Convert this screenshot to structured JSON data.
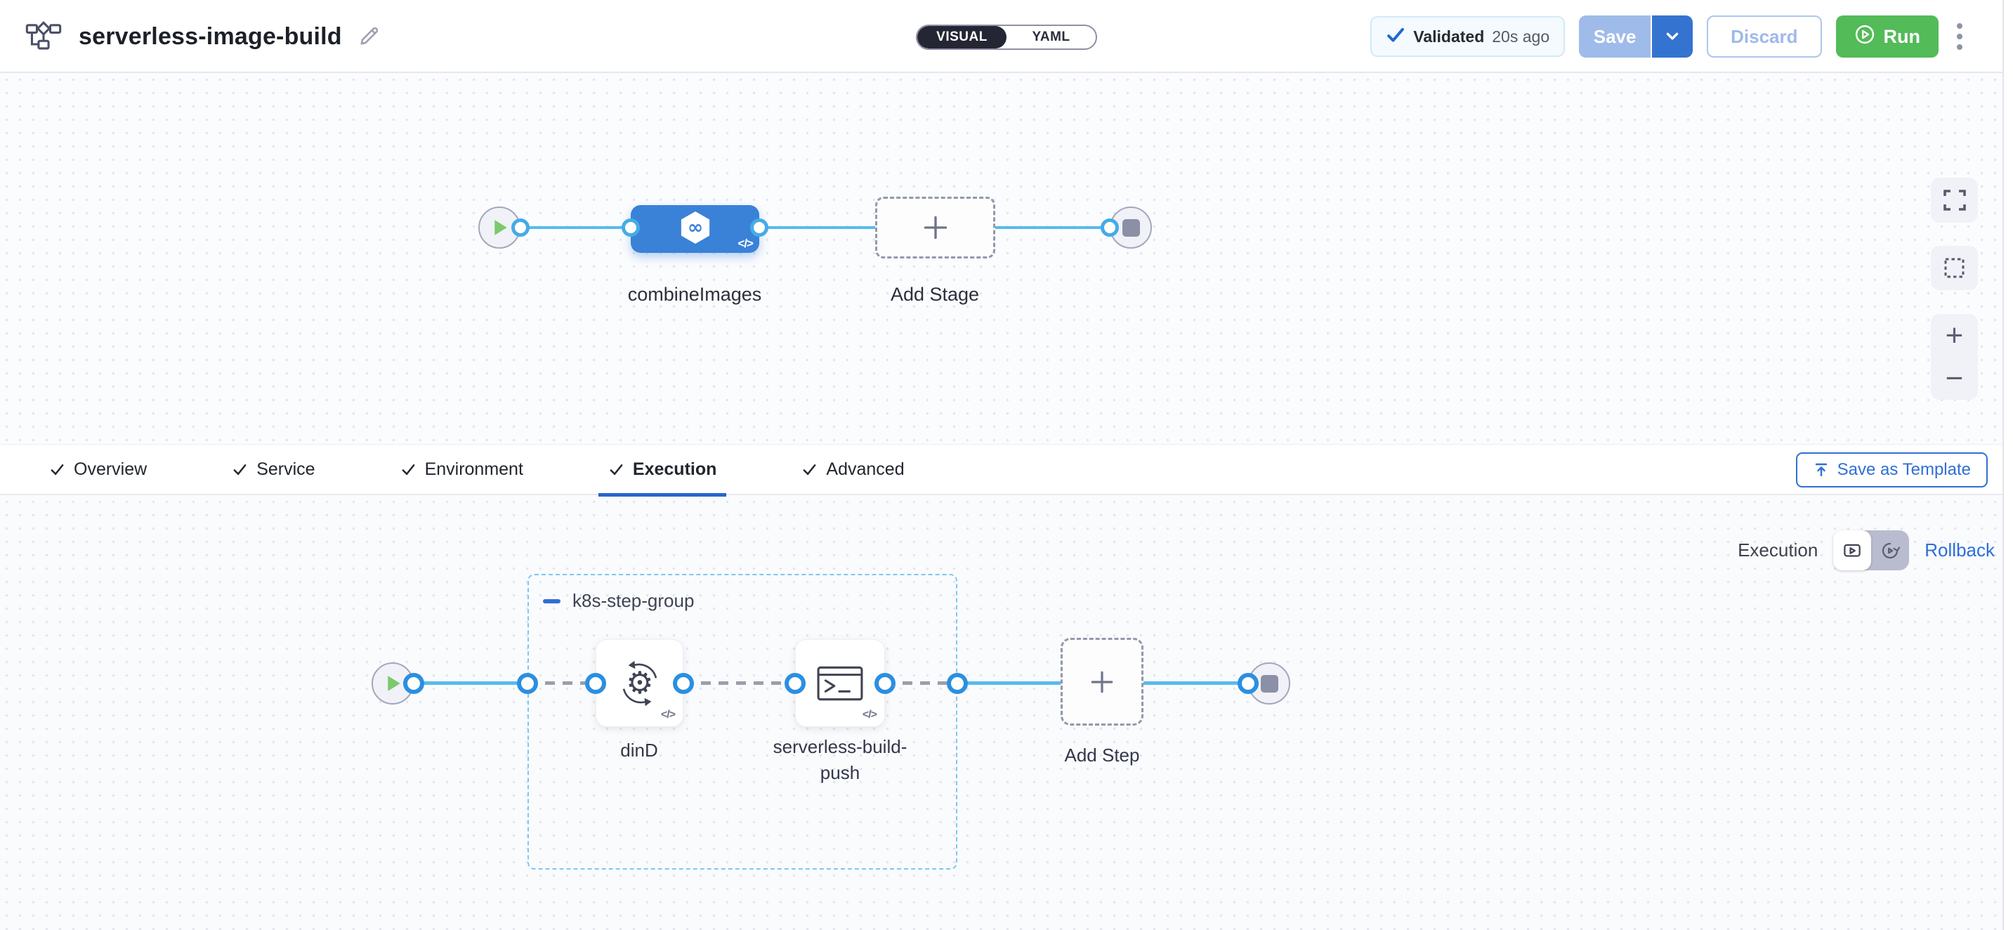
{
  "header": {
    "title": "serverless-image-build",
    "mode_toggle": {
      "options": [
        "VISUAL",
        "YAML"
      ],
      "selected": "VISUAL"
    },
    "validation_badge": {
      "status": "Validated",
      "time_ago": "20s ago"
    },
    "buttons": {
      "save": "Save",
      "discard": "Discard",
      "run": "Run"
    }
  },
  "stage_canvas": {
    "stage_name": "combineImages",
    "add_stage_label": "Add Stage"
  },
  "tab_bar": {
    "tabs": [
      {
        "label": "Overview",
        "checked": true
      },
      {
        "label": "Service",
        "checked": true
      },
      {
        "label": "Environment",
        "checked": true
      },
      {
        "label": "Execution",
        "checked": true,
        "active": true
      },
      {
        "label": "Advanced",
        "checked": true
      }
    ],
    "save_as_template_label": "Save as Template"
  },
  "execution_canvas": {
    "view_switch": {
      "label": "Execution",
      "rollback_label": "Rollback"
    },
    "step_group": {
      "name": "k8s-step-group"
    },
    "steps": [
      {
        "name": "dinD"
      },
      {
        "name": "serverless-build-push"
      }
    ],
    "add_step_label": "Add Step"
  },
  "icons": {
    "code_badge": "</>",
    "infinity": "∞",
    "gear": "⚙",
    "zoom_in": "+",
    "zoom_out": "−"
  },
  "colors": {
    "accent_blue": "#2F6FD6",
    "stage_blue": "#3A81D8",
    "run_green": "#53BB58",
    "flow_line_blue": "#58BBEB",
    "connector_blue": "#2B8FE0",
    "group_border_blue": "#7EC7F1",
    "validated_bg": "#F4FAFE",
    "save_disabled": "#9FBBE9",
    "toggle_dark": "#252634"
  }
}
